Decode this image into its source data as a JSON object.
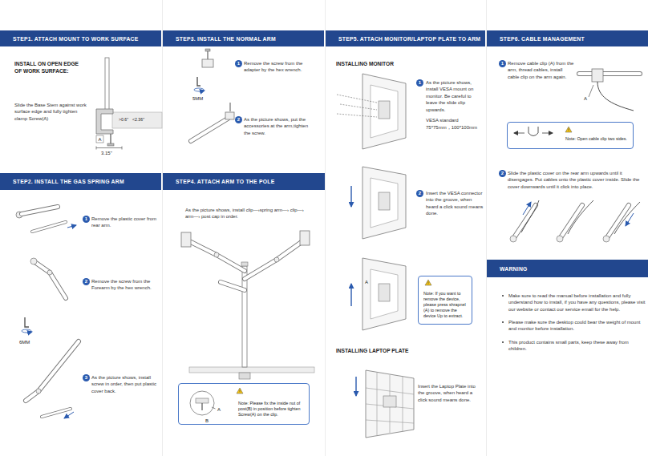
{
  "diagram": {
    "nodes": [
      {
        "text": [
          "STEP1. ATTACH MOUNT TO WORK SURFACE"
        ]
      },
      {
        "text": [
          "STEP2. INSTALL THE GAS SPRING ARM"
        ]
      },
      {
        "text": [
          "1"
        ]
      },
      {
        "text": [
          "2"
        ]
      },
      {
        "text": [
          "3"
        ]
      },
      {
        "text": [
          "STEP3. INSTALL THE NORMAL ARM"
        ]
      },
      {
        "text": [
          "1"
        ]
      },
      {
        "text": [
          "2"
        ]
      },
      {
        "text": [
          "STEP4. ATTACH ARM TO THE POLE"
        ]
      },
      {
        "text": [
          "Note: Please fix the inside nut of post(B) in position before tighten Screw(A) on the clip."
        ]
      },
      {
        "text": [
          "STEP5. ATTACH MONITOR/LAPTOP PLATE TO ARM"
        ]
      },
      {
        "text": [
          "1"
        ]
      },
      {
        "text": [
          "2"
        ]
      },
      {
        "text": [
          "Note: If you want to remove the device, please press shrapnel (A) to remove the device Up to extract."
        ]
      },
      {
        "text": [
          "STEP6. CABLE MANAGEMENT"
        ]
      },
      {
        "text": [
          "1"
        ]
      },
      {
        "text": [
          "Note: Open cable clip two sides."
        ]
      },
      {
        "text": [
          "2"
        ]
      },
      {
        "text": [
          "WARNING"
        ]
      }
    ],
    "labels": [
      "INSTALL ON OPEN EDGE OF WORK SURFACE:",
      "Slide the Base Stem against work surface edge and fully tighten clamp Screw(A)",
      ">0.6\"",
      "<2.36\"",
      "A",
      "3.15\"",
      "Remove the plastic cover from rear arm.",
      "Remove the screw from the Forearm by the hex wrench.",
      "6MM",
      "As the picture shows, install screw in order, then put plastic cover back.",
      "Remove the screw from the adapter by the hex wrench.",
      "5MM",
      "As the picture shows, put the accessories at the arm,tighten the screw.",
      "As the picture shows, install clip—›spring arm—› clip—› arm—› post cap in order.",
      "A",
      "B",
      "INSTALLING MONITOR",
      "As the picture shows, install VESA mount on monitor. Be careful to leave the slide clip upwards.",
      "VESA standard",
      "75*75mm，100*100mm",
      "Insert the VESA connector into the groove, when heard a click sound means done.",
      "A",
      "INSTALLING LAPTOP PLATE",
      "Insert the Laptop Plate into the groove, when heard a click sound means done.",
      "Remove cable clip (A) from the arm, thread cables, install cable clip on the arm again.",
      "A",
      "Slide the plastic cover on the rear arm upwards until it disengages. Put cables onto the plastic cover inside. Slide the cover downwards until it click into place.",
      "Make sure to read the manual before installation and fully understand how to install, if you have any questions, please visit our website or contact our service email for the help.",
      "Please make sure the desktop could bear the weight of mount and monitor before installation.",
      "This product contains small parts, keep these away from children."
    ]
  }
}
